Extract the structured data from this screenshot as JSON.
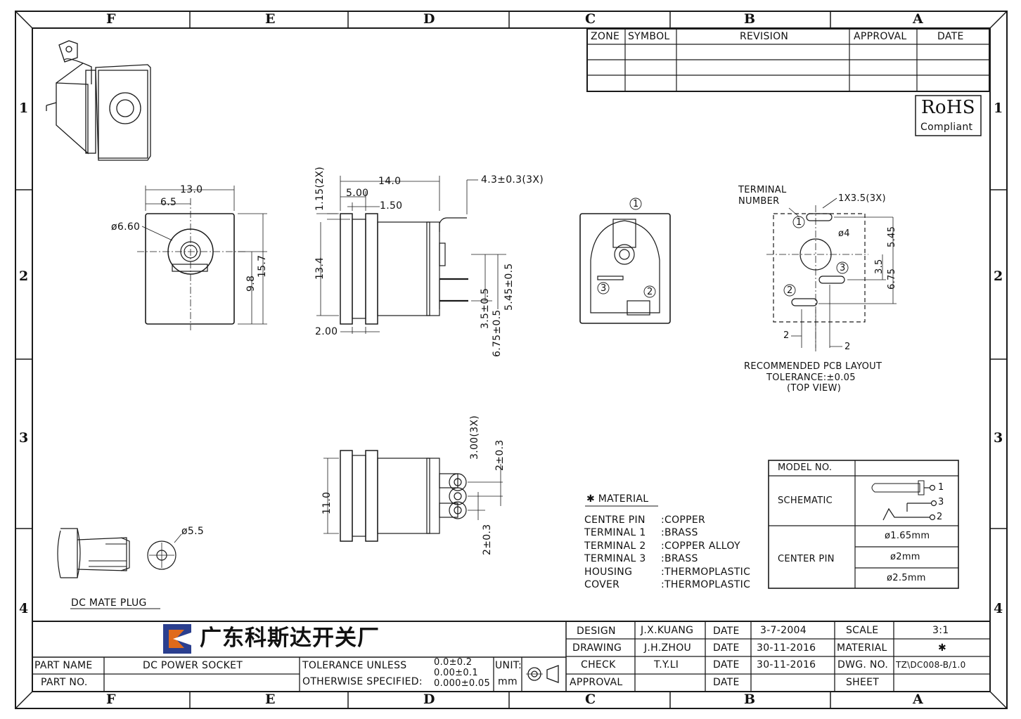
{
  "zones": {
    "columns": [
      "F",
      "E",
      "D",
      "C",
      "B",
      "A"
    ],
    "rows": [
      "1",
      "2",
      "3",
      "4"
    ]
  },
  "revision_table": {
    "headers": [
      "ZONE",
      "SYMBOL",
      "REVISION",
      "APPROVAL",
      "DATE"
    ]
  },
  "rohs": {
    "title": "RoHS",
    "subtitle": "Compliant"
  },
  "dims": {
    "front_width": "13.0",
    "front_half": "6.5",
    "front_hole": "ø6.60",
    "front_h1": "9.8",
    "front_h2": "15.7",
    "side_len": "14.0",
    "side_top": "1.15(2X)",
    "side_5": "5.00",
    "side_150": "1.50",
    "side_43": "4.3±0.3(3X)",
    "side_134": "13.4",
    "side_200": "2.00",
    "side_35": "3.5±0.5",
    "side_675": "6.75±0.5",
    "side_545": "5.45±0.5",
    "pcb_545": "5.45",
    "pcb_35": "3.5",
    "pcb_675": "6.75",
    "pcb_phi4": "ø4",
    "pcb_1x35": "1X3.5(3X)",
    "pcb_2a": "2",
    "pcb_2b": "2",
    "bot_300": "3.00(3X)",
    "bot_2a": "2±0.3",
    "bot_2b": "2±0.3",
    "bot_110": "11.0",
    "plug_d": "ø5.5"
  },
  "labels": {
    "terminal_number": "TERMINAL\nNUMBER",
    "pcb_title": "RECOMMENDED PCB LAYOUT",
    "pcb_tol": "TOLERANCE:±0.05",
    "pcb_view": "(TOP VIEW)",
    "mate_plug": "DC MATE PLUG",
    "pin1": "1",
    "pin2": "2",
    "pin3": "3"
  },
  "material": {
    "heading": "✱ MATERIAL",
    "rows": [
      {
        "part": "CENTRE PIN",
        "value": ":COPPER"
      },
      {
        "part": "TERMINAL  1",
        "value": ":BRASS"
      },
      {
        "part": "TERMINAL  2",
        "value": ":COPPER  ALLOY"
      },
      {
        "part": "TERMINAL  3",
        "value": ":BRASS"
      },
      {
        "part": "HOUSING",
        "value": ":THERMOPLASTIC"
      },
      {
        "part": "COVER",
        "value": ":THERMOPLASTIC"
      }
    ]
  },
  "model_table": {
    "model_no": "MODEL  NO.",
    "schematic": "SCHEMATIC",
    "center_pin": "CENTER  PIN",
    "pins": [
      "ø1.65mm",
      "ø2mm",
      "ø2.5mm"
    ],
    "sch_1": "1",
    "sch_3": "3",
    "sch_2": "2"
  },
  "title_block": {
    "company": "广东科斯达开关厂",
    "part_name_label": "PART NAME",
    "part_name": "DC  POWER  SOCKET",
    "part_no_label": "PART NO.",
    "tolerance_1": "TOLERANCE  UNLESS",
    "tolerance_2": "OTHERWISE  SPECIFIED:",
    "tol_a": "0.0±0.2",
    "tol_b": "0.00±0.1",
    "tol_c": "0.000±0.05",
    "unit_label": "UNIT:",
    "unit": "mm",
    "design_label": "DESIGN",
    "design_by": "J.X.KUANG",
    "design_date": "3-7-2004",
    "drawing_label": "DRAWING",
    "drawing_by": "J.H.ZHOU",
    "drawing_date": "30-11-2016",
    "check_label": "CHECK",
    "check_by": "T.Y.LI",
    "check_date": "30-11-2016",
    "approval_label": "APPROVAL",
    "date_label": "DATE",
    "scale_label": "SCALE",
    "scale": "3:1",
    "material_label": "MATERIAL",
    "material": "✱",
    "dwg_label": "DWG. NO.",
    "dwg_no": "TZ\\DC008-B/1.0",
    "sheet_label": "SHEET"
  },
  "colors": {
    "line": "#1a1a1a",
    "logo_blue": "#2b3f8f",
    "logo_orange": "#e06a1b"
  }
}
